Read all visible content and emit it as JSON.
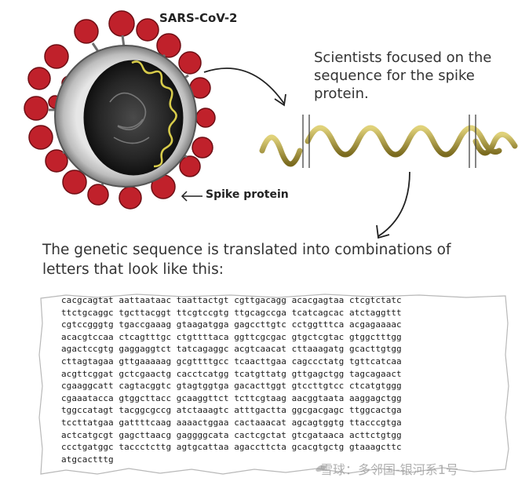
{
  "virus": {
    "title": "SARS-CoV-2",
    "spike_label": "Spike protein"
  },
  "annotation": {
    "scientists_note": "Scientists focused on the sequence for the spike protein."
  },
  "caption": "The genetic sequence is translated into combinations of letters that look like this:",
  "sequence_lines": [
    "cacgcagtat aattaataac taattactgt cgttgacagg acacgagtaa ctcgtctatc",
    "ttctgcaggc tgcttacggt ttcgtccgtg ttgcagccga tcatcagcac atctaggttt",
    "cgtccgggtg tgaccgaaag gtaagatgga gagccttgtc cctggtttca acgagaaaac",
    "acacgtccaa ctcagtttgc ctgttttaca ggttcgcgac gtgctcgtac gtggctttgg",
    "agactccgtg gaggaggtct tatcagaggc acgtcaacat cttaaagatg gcacttgtgg",
    "cttagtagaa gttgaaaaag gcgttttgcc tcaacttgaa cagccctatg tgttcatcaa",
    "acgttcggat gctcgaactg cacctcatgg tcatgttatg gttgagctgg tagcagaact",
    "cgaaggcatt cagtacggtc gtagtggtga gacacttggt gtccttgtcc ctcatgtggg",
    "cgaaataccа gtggcttacc gcaaggttct tcttcgtaag aacggtaata aaggagctgg",
    "tggccatagt tacggcgccg atctaaagtc atttgactta ggcgacgagc ttggcactga",
    "tccttatgaa gattttcaag aaaactggaa cactaaacat agcagtggtg ttacccgtga",
    "actcatgcgt gagcttaacg gaggggcata cactcgctat gtcgataaca acttctgtgg",
    "ccctgatggc taccctcttg agtgcattaa agaccttcta gcacgtgctg gtaaagcttc",
    "atgcactttg"
  ],
  "watermark": {
    "text": "雪球：多邻国-银河系1号"
  },
  "colors": {
    "spike_red": "#c0212b",
    "helix_gold": "#b9a33c",
    "text_dark": "#222222"
  },
  "icons": {
    "curve_arrow": "curved-arrow-icon",
    "down_arrow": "down-arrow-icon",
    "left_arrow": "left-arrow-icon"
  }
}
